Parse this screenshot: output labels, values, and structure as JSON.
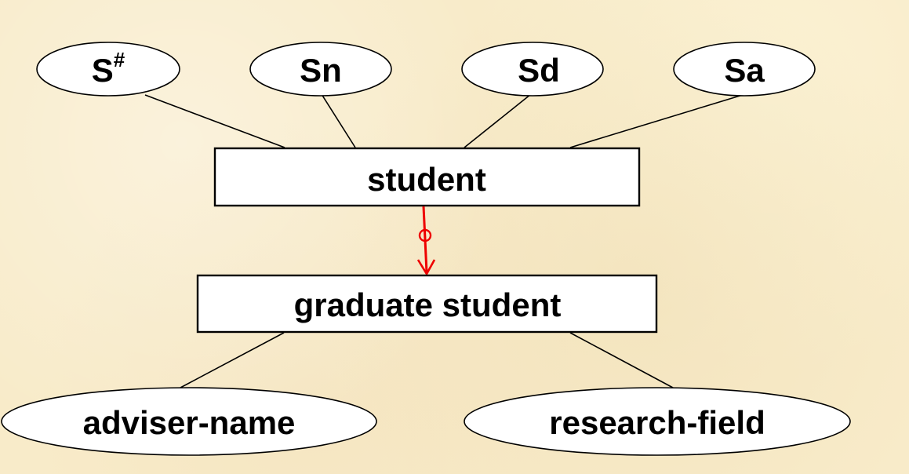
{
  "diagram": {
    "entities": {
      "student": "student",
      "graduate_student": "graduate student"
    },
    "attributes": {
      "s_num_base": "S",
      "s_num_sup": "#",
      "sn": "Sn",
      "sd": "Sd",
      "sa": "Sa",
      "adviser_name": "adviser-name",
      "research_field": "research-field"
    },
    "colors": {
      "background": "#f8ebc9",
      "isa_link": "#ee0000"
    }
  }
}
